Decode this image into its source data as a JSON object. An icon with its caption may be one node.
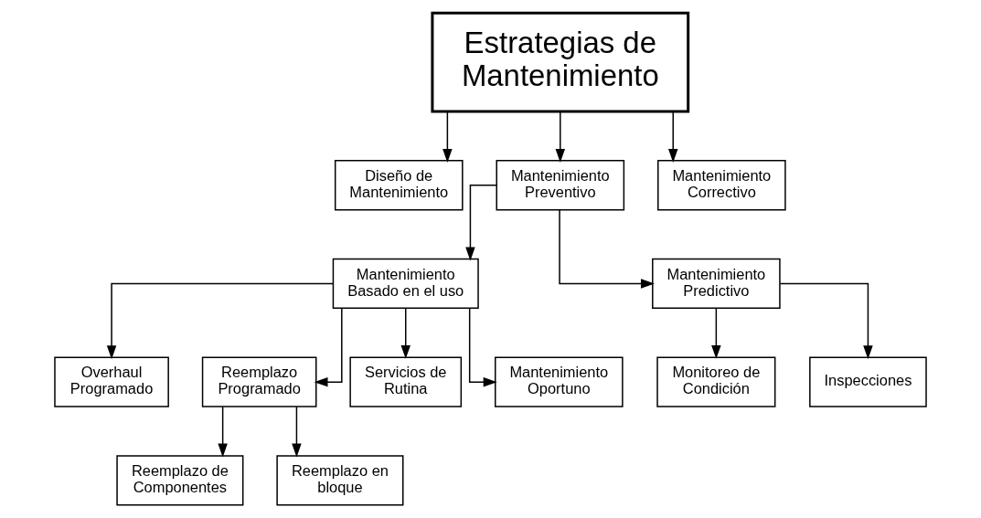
{
  "diagram": {
    "nodes": [
      {
        "text": [
          "Estrategias de Mantenimiento"
        ]
      },
      {
        "text": [
          "Diseño de Mantenimiento"
        ]
      },
      {
        "text": [
          "Mantenimiento Preventivo"
        ]
      },
      {
        "text": [
          "Mantenimiento Correctivo"
        ]
      },
      {
        "text": [
          "Mantenimiento Basado en el uso"
        ]
      },
      {
        "text": [
          "Mantenimiento Predictivo"
        ]
      },
      {
        "text": [
          "Overhaul Programado"
        ]
      },
      {
        "text": [
          "Reemplazo Programado"
        ]
      },
      {
        "text": [
          "Servicios de Rutina"
        ]
      },
      {
        "text": [
          "Mantenimiento Oportuno"
        ]
      },
      {
        "text": [
          "Monitoreo de Condición"
        ]
      },
      {
        "text": [
          "Inspecciones"
        ]
      },
      {
        "text": [
          "Reemplazo de Componentes"
        ]
      },
      {
        "text": [
          "Reemplazo en bloque"
        ]
      }
    ],
    "edges": [
      {
        "from": 0,
        "to": 1,
        "arrow": "to"
      },
      {
        "from": 0,
        "to": 2,
        "arrow": "to"
      },
      {
        "from": 0,
        "to": 3,
        "arrow": "to"
      },
      {
        "from": 2,
        "to": 4,
        "arrow": "to"
      },
      {
        "from": 2,
        "to": 5,
        "arrow": "to"
      },
      {
        "from": 4,
        "to": 6,
        "arrow": "to"
      },
      {
        "from": 4,
        "to": 7,
        "arrow": "to"
      },
      {
        "from": 4,
        "to": 8,
        "arrow": "to"
      },
      {
        "from": 4,
        "to": 9,
        "arrow": "to"
      },
      {
        "from": 5,
        "to": 10,
        "arrow": "to"
      },
      {
        "from": 5,
        "to": 11,
        "arrow": "to"
      },
      {
        "from": 7,
        "to": 12,
        "arrow": "to"
      },
      {
        "from": 7,
        "to": 13,
        "arrow": "to"
      }
    ]
  }
}
